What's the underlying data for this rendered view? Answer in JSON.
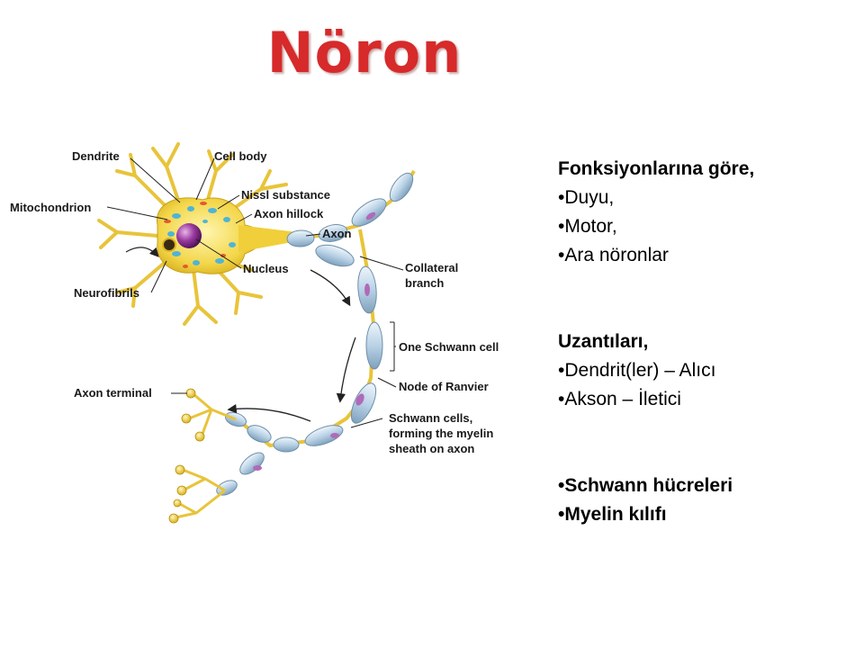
{
  "title": "Nöron",
  "diagram": {
    "labels": {
      "dendrite": "Dendrite",
      "cell_body": "Cell body",
      "nissl": "Nissl substance",
      "mitochondrion": "Mitochondrion",
      "axon_hillock": "Axon hillock",
      "axon": "Axon",
      "nucleus": "Nucleus",
      "neurofibrils": "Neurofibrils",
      "collateral_1": "Collateral",
      "collateral_2": "branch",
      "one_schwann": "One Schwann cell",
      "axon_terminal": "Axon terminal",
      "node_ranvier": "Node of Ranvier",
      "schwann_1": "Schwann cells,",
      "schwann_2": "forming the myelin",
      "schwann_3": "sheath on axon"
    }
  },
  "panel": {
    "by_function": {
      "heading": "Fonksiyonlarına göre,",
      "items": [
        "•Duyu,",
        "•Motor,",
        "•Ara nöronlar"
      ]
    },
    "extensions": {
      "heading": "Uzantıları,",
      "items": [
        "•Dendrit(ler) – Alıcı",
        "•Akson – İletici"
      ]
    },
    "extra": {
      "items": [
        "•Schwann hücreleri",
        "•Myelin kılıfı"
      ]
    }
  }
}
